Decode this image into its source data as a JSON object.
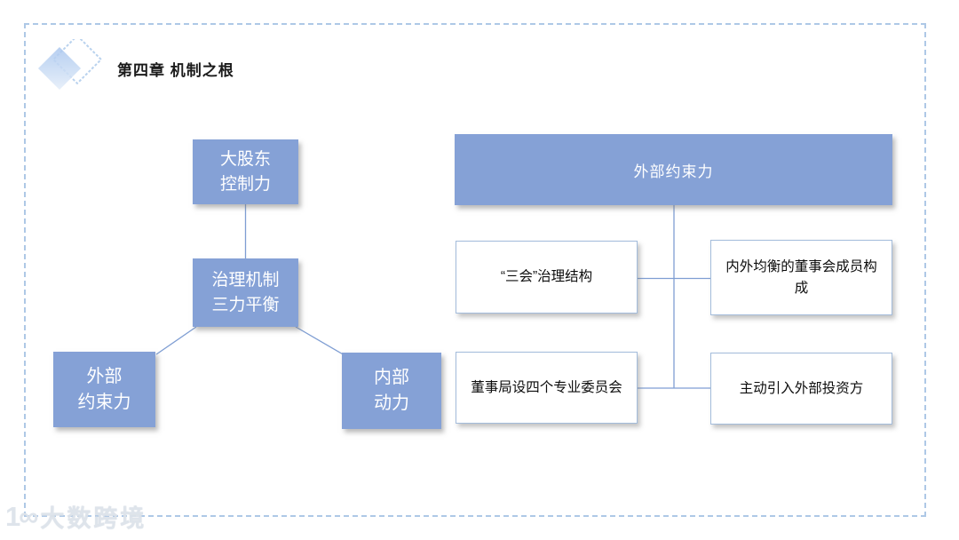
{
  "slide": {
    "title": "第四章 机制之根",
    "watermark_logo": "1∞",
    "watermark_text": "大数跨境"
  },
  "colors": {
    "box_blue": "#85a1d6",
    "connector_line": "#7f9ed3",
    "white_box_border": "#a3bcdb",
    "dashed_frame": "#aec8e6"
  },
  "left_tree": {
    "root": "大股东\n控制力",
    "middle": "治理机制\n三力平衡",
    "bottom_left": "外部\n约束力",
    "bottom_right": "内部\n动力"
  },
  "right_diagram": {
    "header": "外部约束力",
    "items": [
      {
        "label": "“三会”治理结构"
      },
      {
        "label": "内外均衡的董事会成员构成"
      },
      {
        "label": "董事局设四个专业委员会"
      },
      {
        "label": "主动引入外部投资方"
      }
    ]
  }
}
